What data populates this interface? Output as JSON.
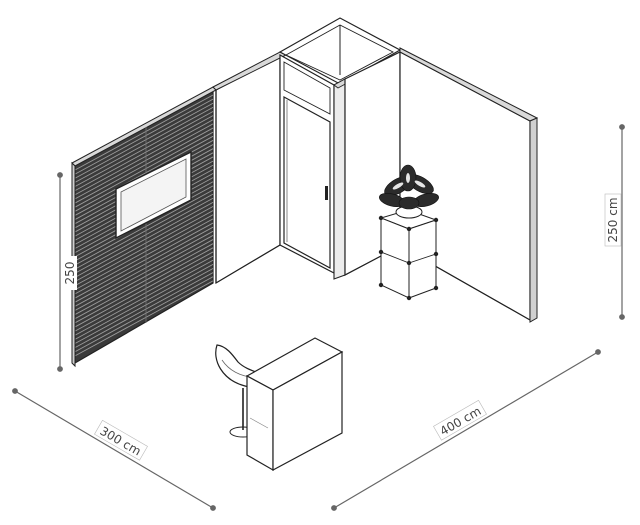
{
  "dimensions": {
    "width_label": "300 cm",
    "length_label": "400 cm",
    "height_right_label": "250 cm",
    "height_left_label": "250"
  },
  "colors": {
    "line": "#222222",
    "wall_fill": "#ffffff",
    "wall_top": "#d9d9d9",
    "slat_panel": "#3a3a3a",
    "dimension_line": "#666666",
    "label_bg": "#ffffff"
  }
}
